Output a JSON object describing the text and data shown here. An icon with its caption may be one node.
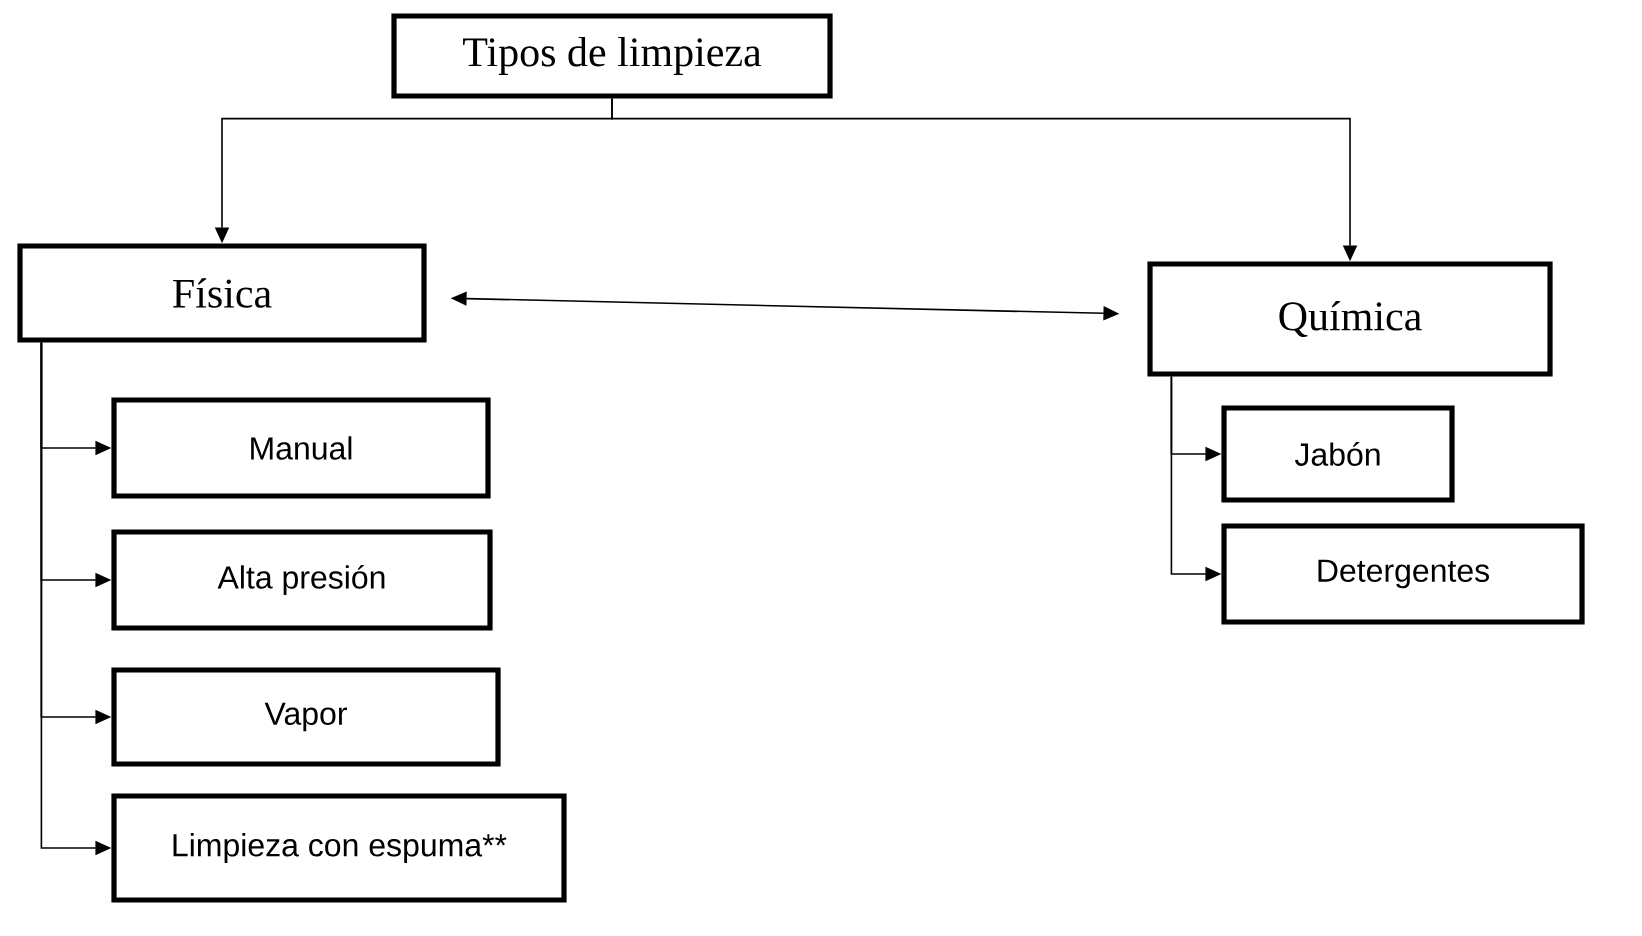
{
  "diagram": {
    "nodes": [
      {
        "text": [
          "Tipos de limpieza"
        ]
      },
      {
        "text": [
          "Física"
        ]
      },
      {
        "text": [
          "Química"
        ]
      },
      {
        "text": [
          "Manual"
        ]
      },
      {
        "text": [
          "Alta presión"
        ]
      },
      {
        "text": [
          "Vapor"
        ]
      },
      {
        "text": [
          "Limpieza con espuma**"
        ]
      },
      {
        "text": [
          "Jabón"
        ]
      },
      {
        "text": [
          "Detergentes"
        ]
      }
    ],
    "edges": [
      {
        "from": 0,
        "to": 1,
        "arrow": "to"
      },
      {
        "from": 0,
        "to": 2,
        "arrow": "to"
      },
      {
        "from": 1,
        "to": 2,
        "arrow": "both"
      },
      {
        "from": 1,
        "to": 3,
        "arrow": "to"
      },
      {
        "from": 1,
        "to": 4,
        "arrow": "to"
      },
      {
        "from": 1,
        "to": 5,
        "arrow": "to"
      },
      {
        "from": 1,
        "to": 6,
        "arrow": "to"
      },
      {
        "from": 2,
        "to": 7,
        "arrow": "to"
      },
      {
        "from": 2,
        "to": 8,
        "arrow": "to"
      }
    ]
  }
}
